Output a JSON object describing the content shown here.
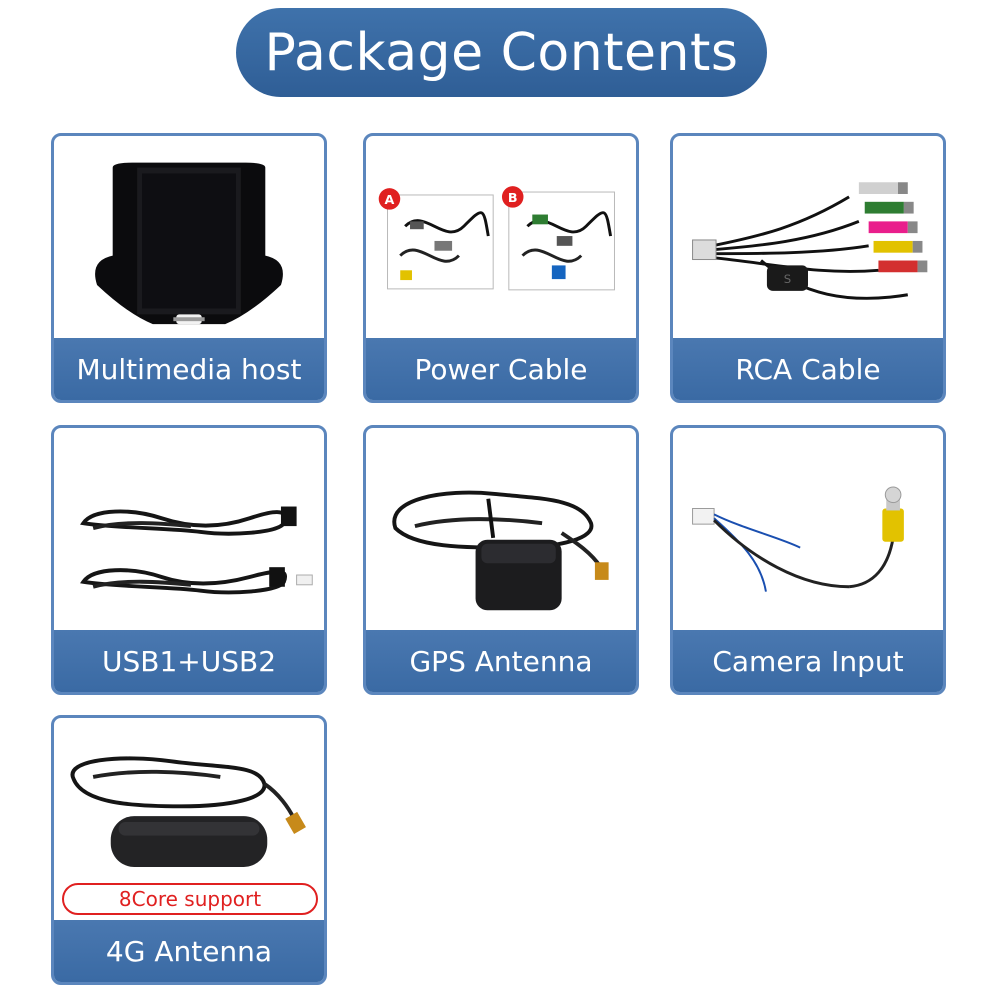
{
  "page": {
    "title": "Package Contents"
  },
  "items": [
    {
      "label": "Multimedia host",
      "icon": "multimedia-host-icon"
    },
    {
      "label": "Power Cable",
      "icon": "power-cable-icon",
      "markers": [
        "A",
        "B"
      ]
    },
    {
      "label": "RCA Cable",
      "icon": "rca-cable-icon",
      "connector_text": "S"
    },
    {
      "label": "USB1+USB2",
      "icon": "usb-cable-icon"
    },
    {
      "label": "GPS Antenna",
      "icon": "gps-antenna-icon"
    },
    {
      "label": "Camera Input",
      "icon": "camera-input-icon"
    },
    {
      "label": "4G Antenna",
      "icon": "4g-antenna-icon",
      "badge": "8Core support"
    }
  ],
  "colors": {
    "accent": "#3a6aa4",
    "border": "#5b86bd",
    "badge": "#e02020"
  }
}
